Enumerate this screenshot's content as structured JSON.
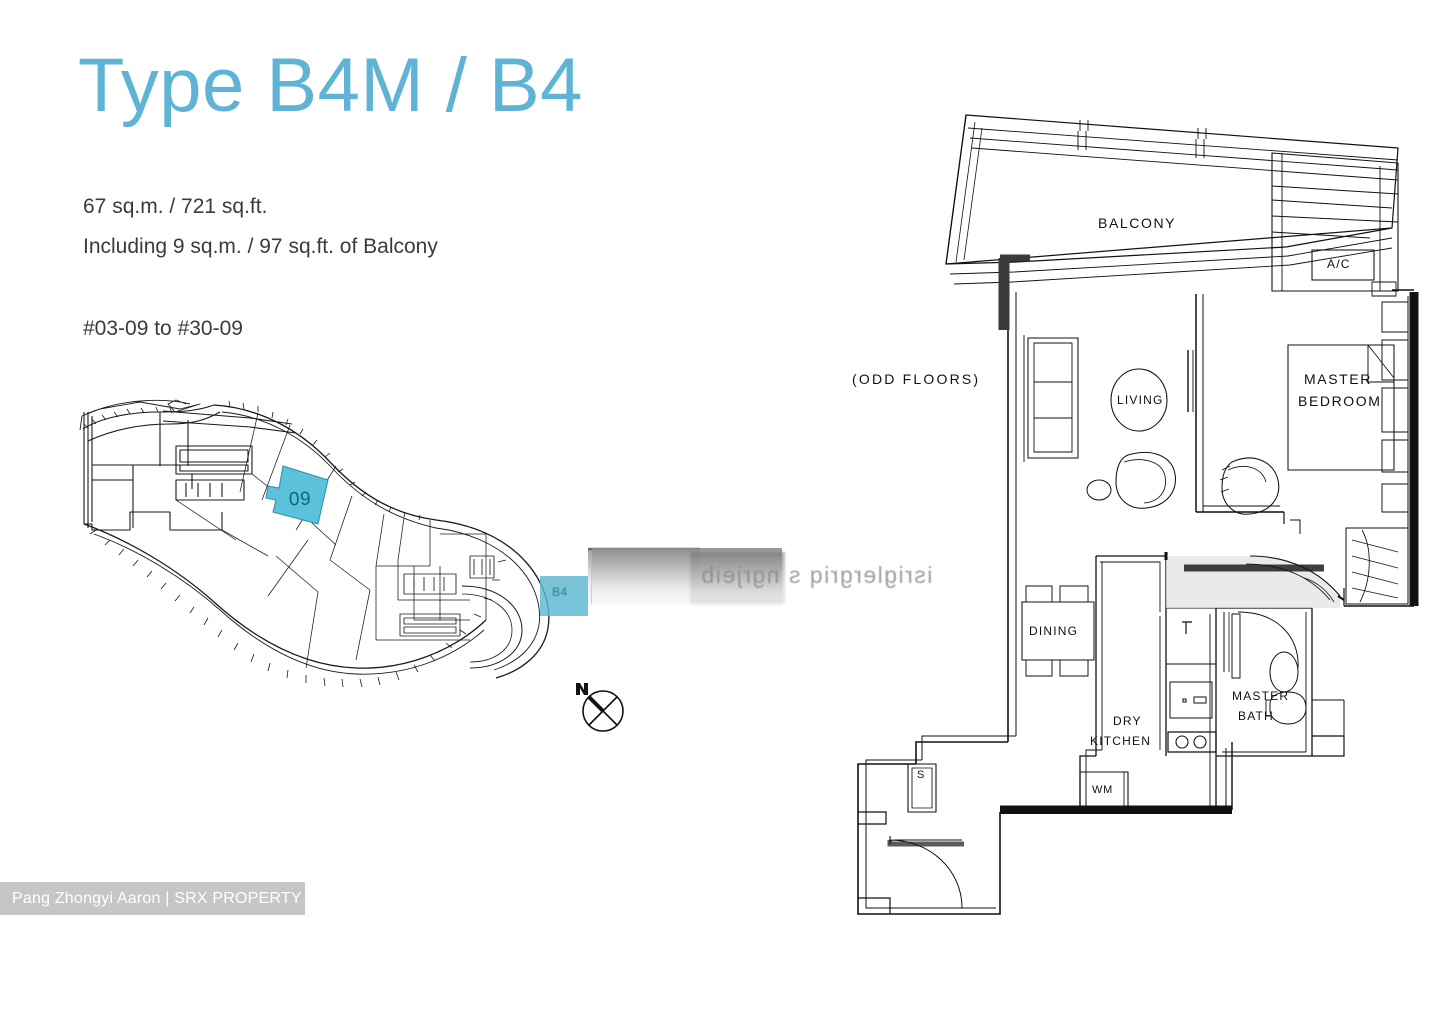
{
  "header": {
    "title": "Type B4M / B4",
    "area_line_1": "67 sq.m. / 721 sq.ft.",
    "area_line_2": "Including 9 sq.m. / 97 sq.ft. of Balcony",
    "unit_range": "#03-09 to #30-09"
  },
  "colors": {
    "title_blue": "#5fb3d4",
    "highlight_cyan": "#5bc2dc",
    "highlight_cyan_dark": "#12647c",
    "wall_black": "#111111",
    "footer_band_grey": "#c6c6c6",
    "body_text": "#3b3b3b"
  },
  "floorplan": {
    "floor_note": "(ODD FLOORS)",
    "rooms": [
      {
        "id": "balcony",
        "label": "BALCONY"
      },
      {
        "id": "ac-ledge",
        "label": "A/C"
      },
      {
        "id": "living",
        "label": "LIVING"
      },
      {
        "id": "master-bedroom",
        "label": "MASTER\nBEDROOM",
        "line1": "MASTER",
        "line2": "BEDROOM"
      },
      {
        "id": "dining",
        "label": "DINING"
      },
      {
        "id": "dry-kitchen",
        "label": "DRY\nKITCHEN",
        "line1": "DRY",
        "line2": "KITCHEN"
      },
      {
        "id": "master-bath",
        "label": "MASTER\nBATH",
        "line1": "MASTER",
        "line2": "BATH"
      },
      {
        "id": "washing-machine",
        "label": "WM"
      },
      {
        "id": "store",
        "label": "S"
      }
    ],
    "labels": {
      "balcony": "BALCONY",
      "ac": "A/C",
      "living": "LIVING",
      "master_bedroom_1": "MASTER",
      "master_bedroom_2": "BEDROOM",
      "dining": "DINING",
      "dry_kitchen_1": "DRY",
      "dry_kitchen_2": "KITCHEN",
      "master_bath_1": "MASTER",
      "master_bath_2": "BATH",
      "wm": "WM",
      "store": "S",
      "odd_floors": "(ODD FLOORS)"
    }
  },
  "key_plan": {
    "highlighted_unit": "09",
    "type_tab": "B4",
    "compass_label": "N"
  },
  "watermarks": {
    "footer": "Pang Zhongyi Aaron | SRX PROPERTY",
    "center_smudge": "isriglergriq s ngrjeib"
  }
}
